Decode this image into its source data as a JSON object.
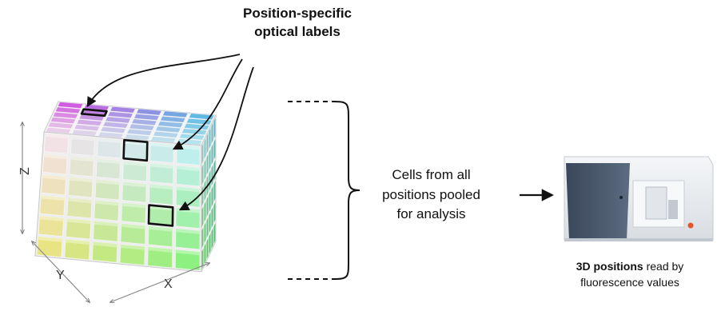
{
  "labels_title": {
    "line1": "Position-specific",
    "line2": "optical labels"
  },
  "axes": {
    "x": "X",
    "y": "Y",
    "z": "Z"
  },
  "pooled_text": {
    "line1": "Cells from all",
    "line2": "positions pooled",
    "line3": "for analysis"
  },
  "instrument_caption": {
    "bold": "3D positions",
    "rest": " read by",
    "line2": "fluorescence values"
  },
  "colors": {
    "front_bottom_left": "#f2e37a",
    "front_bottom_right": "#7ef276",
    "front_top_left": "#f7dfee",
    "front_top_right": "#bff0f7",
    "top_back_left": "#e04ae6",
    "top_back_right": "#4dc4e8",
    "instrument_body": "#e9ecef",
    "instrument_panel": "#4b5a6e"
  },
  "grid": {
    "rows": 6,
    "cols": 6
  },
  "highlighted_cubes": [
    "top-face-cube",
    "front-face-cube-upper",
    "front-face-cube-lower"
  ]
}
